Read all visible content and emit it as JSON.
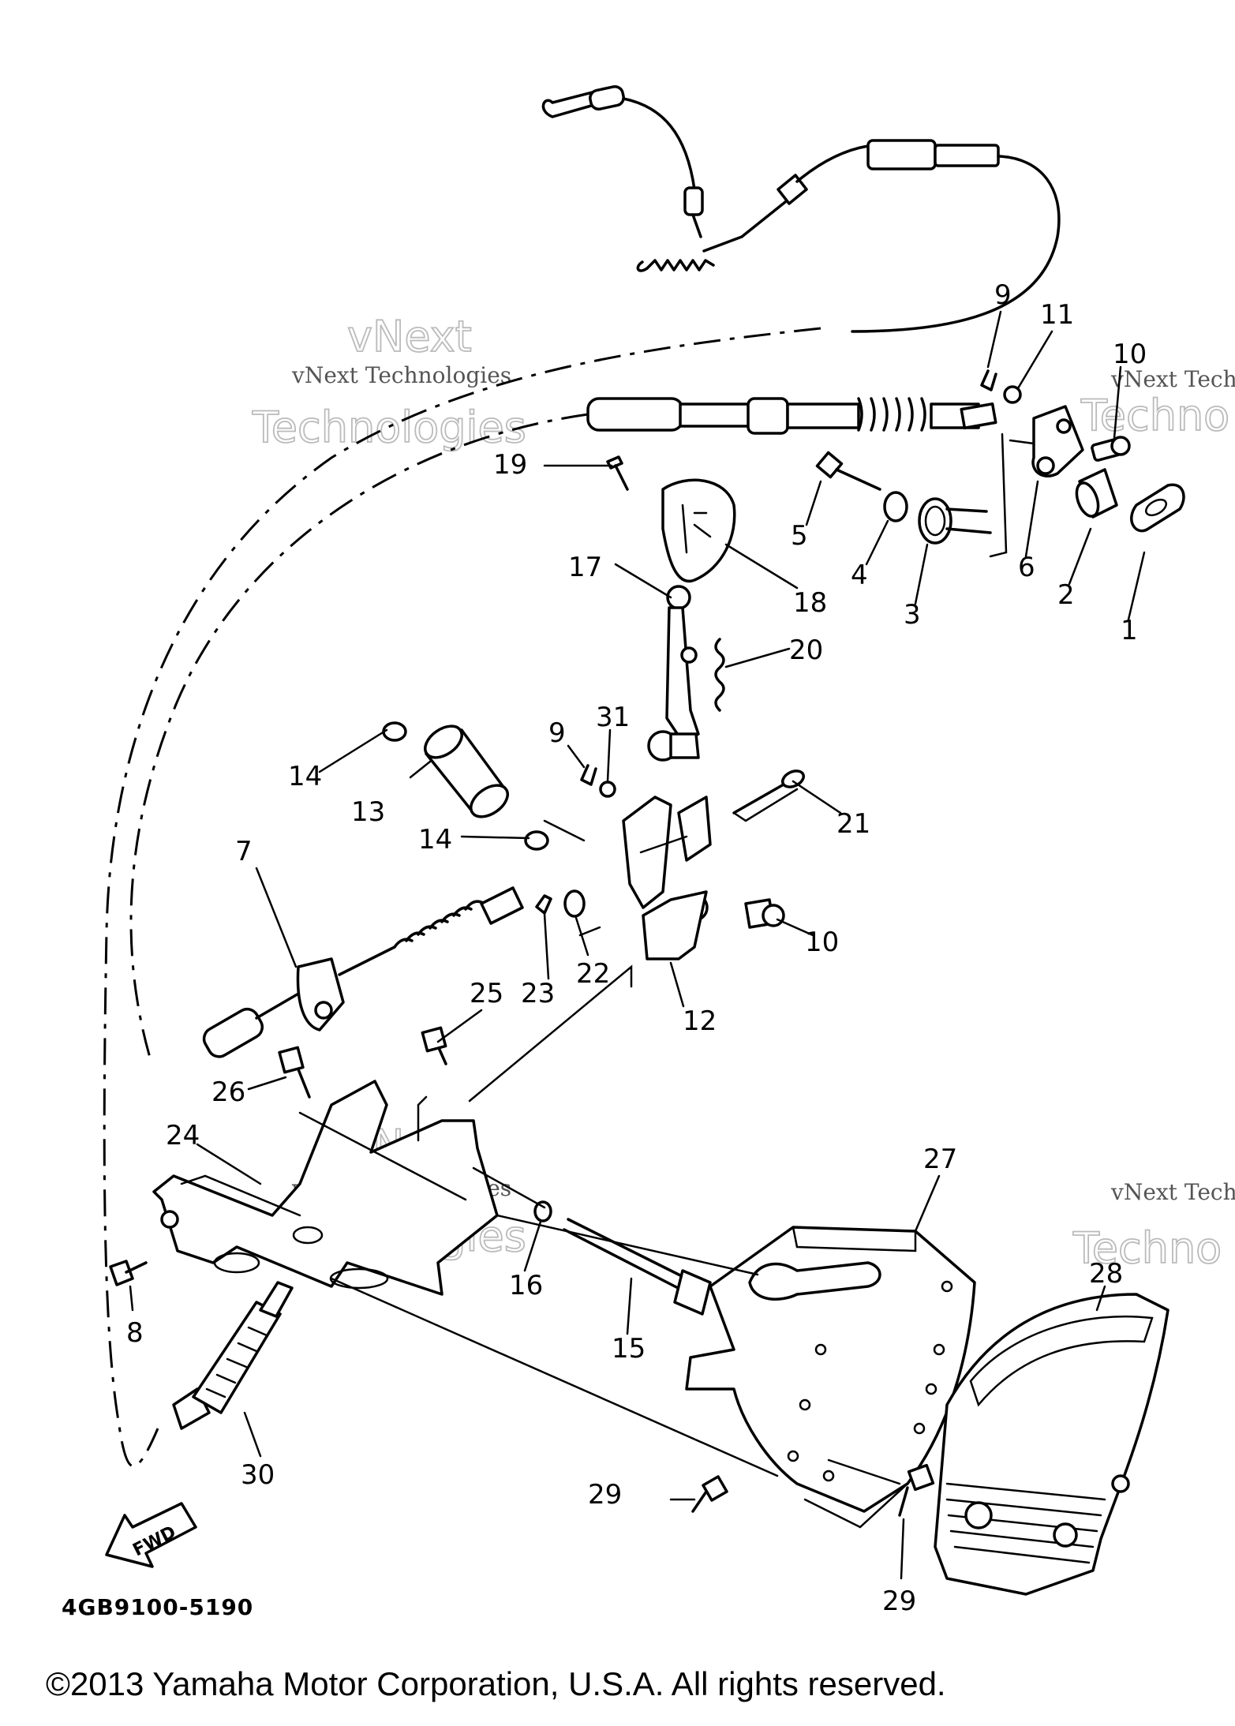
{
  "diagram": {
    "part_code": "4GB9100-5190",
    "copyright": "©2013 Yamaha Motor Corporation, U.S.A. All rights reserved.",
    "fwd_label": "FWD",
    "watermark": {
      "line1": "vNext Technologies",
      "line2a": "vNext",
      "line2b": "Technologies",
      "line_short": "vNext Tech",
      "line_short_b": "Techno"
    },
    "callouts": [
      {
        "id": "c1",
        "label": "1"
      },
      {
        "id": "c2",
        "label": "2"
      },
      {
        "id": "c3",
        "label": "3"
      },
      {
        "id": "c4",
        "label": "4"
      },
      {
        "id": "c5",
        "label": "5"
      },
      {
        "id": "c6",
        "label": "6"
      },
      {
        "id": "c7",
        "label": "7"
      },
      {
        "id": "c8",
        "label": "8"
      },
      {
        "id": "c9a",
        "label": "9"
      },
      {
        "id": "c9b",
        "label": "9"
      },
      {
        "id": "c10a",
        "label": "10"
      },
      {
        "id": "c10b",
        "label": "10"
      },
      {
        "id": "c11",
        "label": "11"
      },
      {
        "id": "c12",
        "label": "12"
      },
      {
        "id": "c13",
        "label": "13"
      },
      {
        "id": "c14a",
        "label": "14"
      },
      {
        "id": "c14b",
        "label": "14"
      },
      {
        "id": "c15",
        "label": "15"
      },
      {
        "id": "c16",
        "label": "16"
      },
      {
        "id": "c17",
        "label": "17"
      },
      {
        "id": "c18",
        "label": "18"
      },
      {
        "id": "c19",
        "label": "19"
      },
      {
        "id": "c20",
        "label": "20"
      },
      {
        "id": "c21",
        "label": "21"
      },
      {
        "id": "c22",
        "label": "22"
      },
      {
        "id": "c23",
        "label": "23"
      },
      {
        "id": "c24",
        "label": "24"
      },
      {
        "id": "c25",
        "label": "25"
      },
      {
        "id": "c26",
        "label": "26"
      },
      {
        "id": "c27",
        "label": "27"
      },
      {
        "id": "c28",
        "label": "28"
      },
      {
        "id": "c29a",
        "label": "29"
      },
      {
        "id": "c29b",
        "label": "29"
      },
      {
        "id": "c30",
        "label": "30"
      },
      {
        "id": "c31",
        "label": "31"
      }
    ]
  }
}
